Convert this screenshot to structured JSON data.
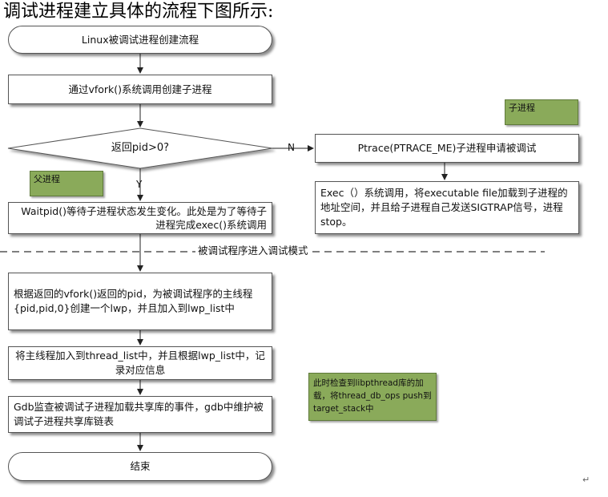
{
  "heading": "调试进程建立具体的流程下图所示:",
  "nodes": {
    "start": "Linux被调试进程创建流程",
    "vfork": "通过vfork()系统调用创建子进程",
    "decision": "返回pid>0?",
    "ptrace": "Ptrace(PTRACE_ME)子进程申请被调试",
    "exec": "Exec（）系统调用，将executable file加载到子进程的地址空间，并且给子进程自己发送SIGTRAP信号，进程stop。",
    "waitpid": "Waitpid()等待子进程状态发生变化。此处是为了等待子进程完成exec()系统调用",
    "lwp": "根据返回的vfork()返回的pid，为被调试程序的主线程{pid,pid,0}创建一个lwp，并且加入到lwp_list中",
    "thread_list": "将主线程加入到thread_list中，并且根据lwp_list中，记录对应信息",
    "gdb_monitor": "Gdb监查被调试子进程加载共享库的事件，gdb中维护被调试子进程共享库链表",
    "end": "结束"
  },
  "tags": {
    "child": "子进程",
    "parent": "父进程",
    "libpthread_note": "此时检查到libpthread库的加载，将thread_db_ops push到target_stack中"
  },
  "edges": {
    "no": "N",
    "yes": "Y"
  },
  "divider": "被调试程序进入调试模式",
  "end_mark": "↵"
}
